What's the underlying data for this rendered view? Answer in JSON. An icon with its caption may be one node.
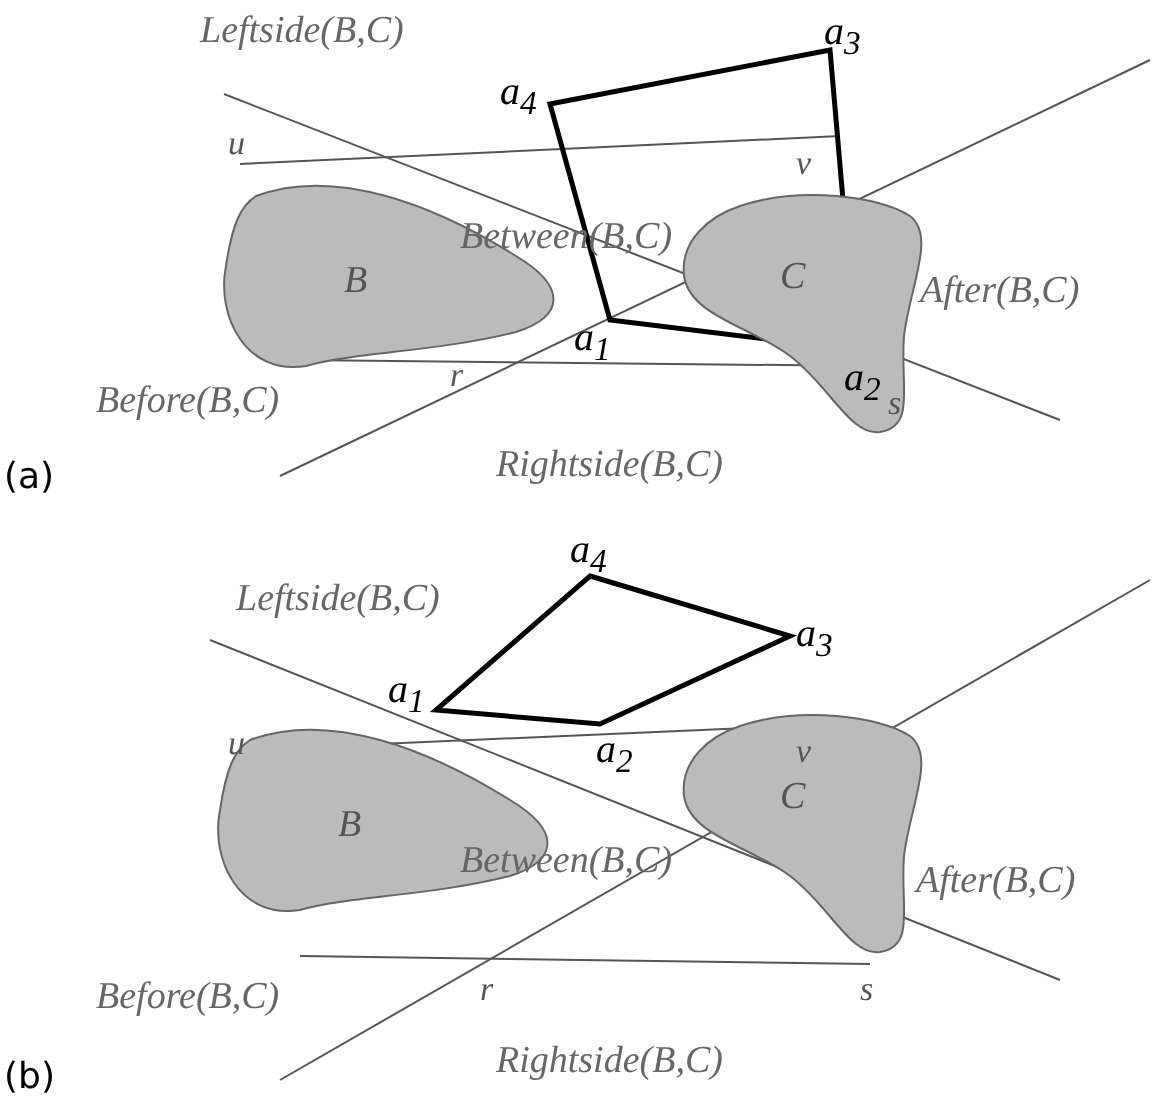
{
  "diagram": {
    "nodes": [
      {
        "text": [
          "B"
        ]
      },
      {
        "text": [
          "C"
        ]
      },
      {
        "text": [
          "B"
        ]
      },
      {
        "text": [
          "C"
        ]
      }
    ],
    "labels": [
      "Leftside(B,C)",
      "a$_{3}$",
      "a$_{4}$",
      "u",
      "v",
      "Between(B,C)",
      "a$_{1}$",
      "a$_{2}$",
      "After(B,C)",
      "Before(B,C)",
      "r",
      "s",
      "(a)",
      "Rightside(B,C)",
      "a$_{4}$",
      "Leftside(B,C)",
      "a$_{3}$",
      "a$_{1}$",
      "u",
      "v",
      "a$_{2}$",
      "Between(B,C)",
      "After(B,C)",
      "Before(B,C)",
      "r",
      "s",
      "(b)",
      "Rightside(B,C)"
    ]
  }
}
